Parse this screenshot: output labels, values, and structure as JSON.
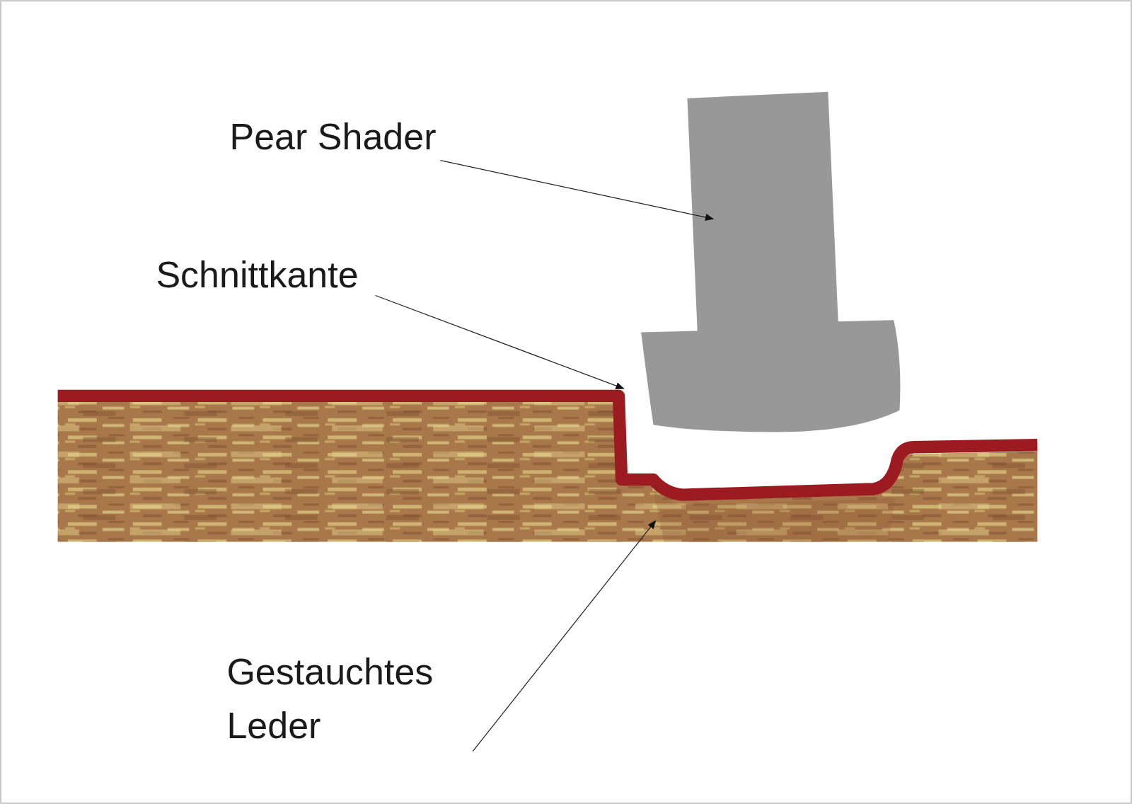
{
  "diagram": {
    "labels": [
      "Pear Shader",
      "Schnittkante",
      "Gestauchtes Leder"
    ]
  }
}
